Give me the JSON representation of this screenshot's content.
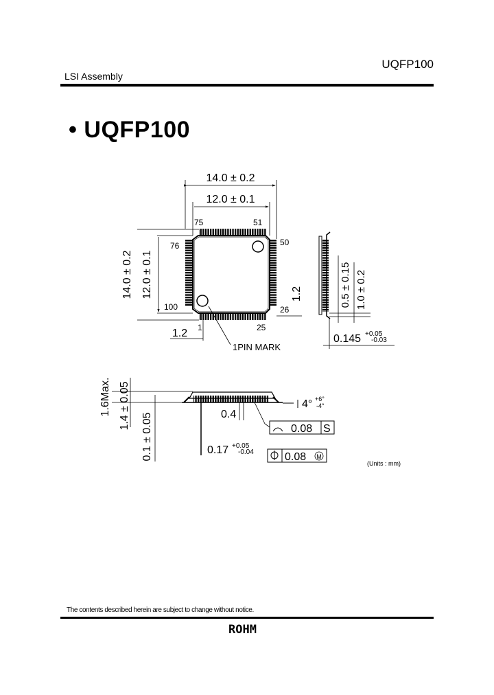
{
  "header": {
    "section": "LSI Assembly",
    "part_number": "UQFP100"
  },
  "title": {
    "bullet": "•",
    "text": "UQFP100"
  },
  "top_view": {
    "dim_outer_width": "14.0 ± 0.2",
    "dim_body_width": "12.0 ± 0.1",
    "dim_outer_height": "14.0 ± 0.2",
    "dim_body_height": "12.0 ± 0.1",
    "pin_75": "75",
    "pin_51": "51",
    "pin_76": "76",
    "pin_50": "50",
    "pin_100": "100",
    "pin_26": "26",
    "pin_1": "1",
    "pin_25": "25",
    "dim_corner_left": "1.2",
    "dim_corner_right": "1.2",
    "pin_mark_label": "1PIN MARK"
  },
  "side_view_right": {
    "dim_lead_foot": "0.5 ± 0.15",
    "dim_lead_length": "1.0 ± 0.2",
    "dim_lead_thickness": "0.145",
    "dim_lead_thickness_tol_upper": "+0.05",
    "dim_lead_thickness_tol_lower": "-0.03"
  },
  "side_view_bottom": {
    "dim_max_height": "1.6Max.",
    "dim_body_thickness": "1.4 ± 0.05",
    "dim_standoff": "0.1 ± 0.05",
    "dim_pitch": "0.4",
    "dim_lead_width": "0.17",
    "dim_lead_width_tol_upper": "+0.05",
    "dim_lead_width_tol_lower": "-0.04",
    "dim_angle": "4°",
    "dim_angle_tol_upper": "+6°",
    "dim_angle_tol_lower": "-4°",
    "coplanarity_value": "0.08",
    "coplanarity_datum": "S",
    "position_value": "0.08",
    "position_modifier": "M"
  },
  "units_note": "(Units : mm)",
  "footer": {
    "notice": "The contents described herein are subject to change without notice.",
    "brand": "ROHM"
  }
}
